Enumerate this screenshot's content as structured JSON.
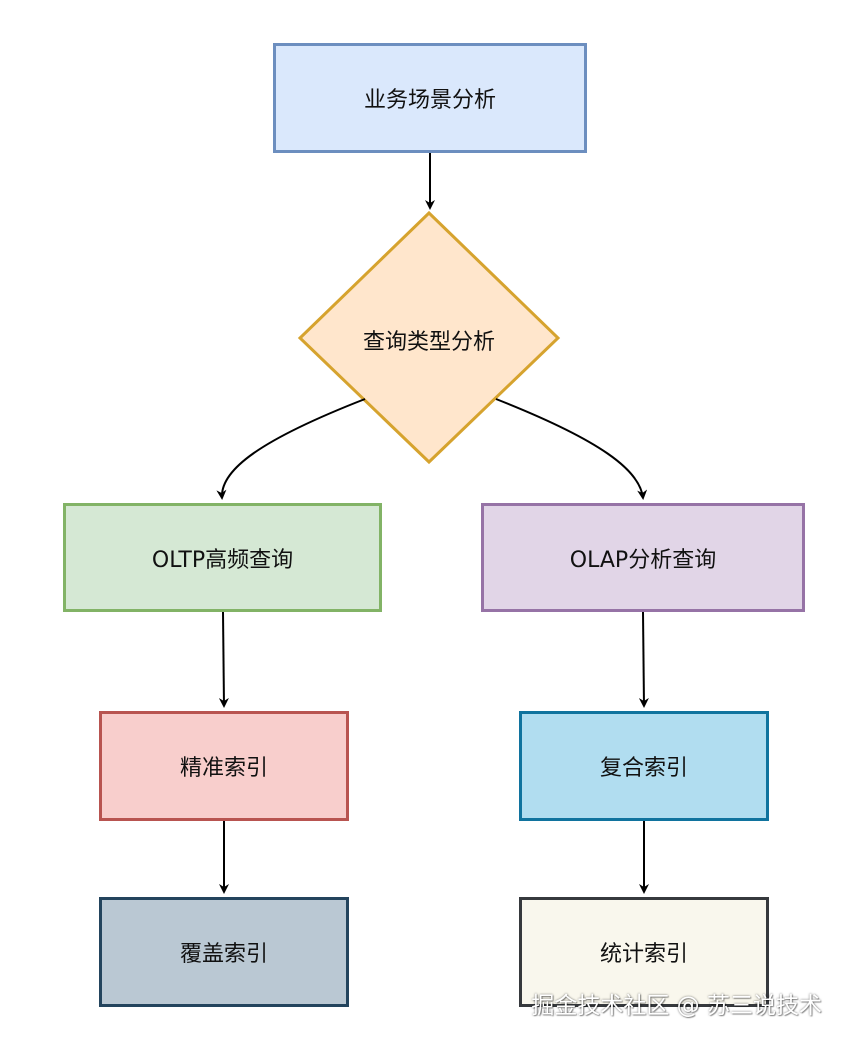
{
  "nodes": {
    "scene_analysis": "业务场景分析",
    "query_type_analysis": "查询类型分析",
    "oltp_query": "OLTP高频查询",
    "olap_query": "OLAP分析查询",
    "precise_index": "精准索引",
    "composite_index": "复合索引",
    "covering_index": "覆盖索引",
    "statistics_index": "统计索引"
  },
  "colors": {
    "scene_fill": "#dae8fc",
    "scene_stroke": "#6c8ebf",
    "decision_fill": "#ffe6cc",
    "decision_stroke": "#d6a32e",
    "oltp_fill": "#d5e8d4",
    "oltp_stroke": "#82b366",
    "olap_fill": "#e1d5e7",
    "olap_stroke": "#9673a6",
    "precise_fill": "#f8cecc",
    "precise_stroke": "#b85450",
    "composite_fill": "#b1ddf0",
    "composite_stroke": "#10739e",
    "covering_fill": "#bac8d3",
    "covering_stroke": "#23445d",
    "statistics_fill": "#f9f7ed",
    "statistics_stroke": "#36393d",
    "edge": "#000000"
  },
  "watermark": "掘金技术社区 @ 苏三说技术"
}
